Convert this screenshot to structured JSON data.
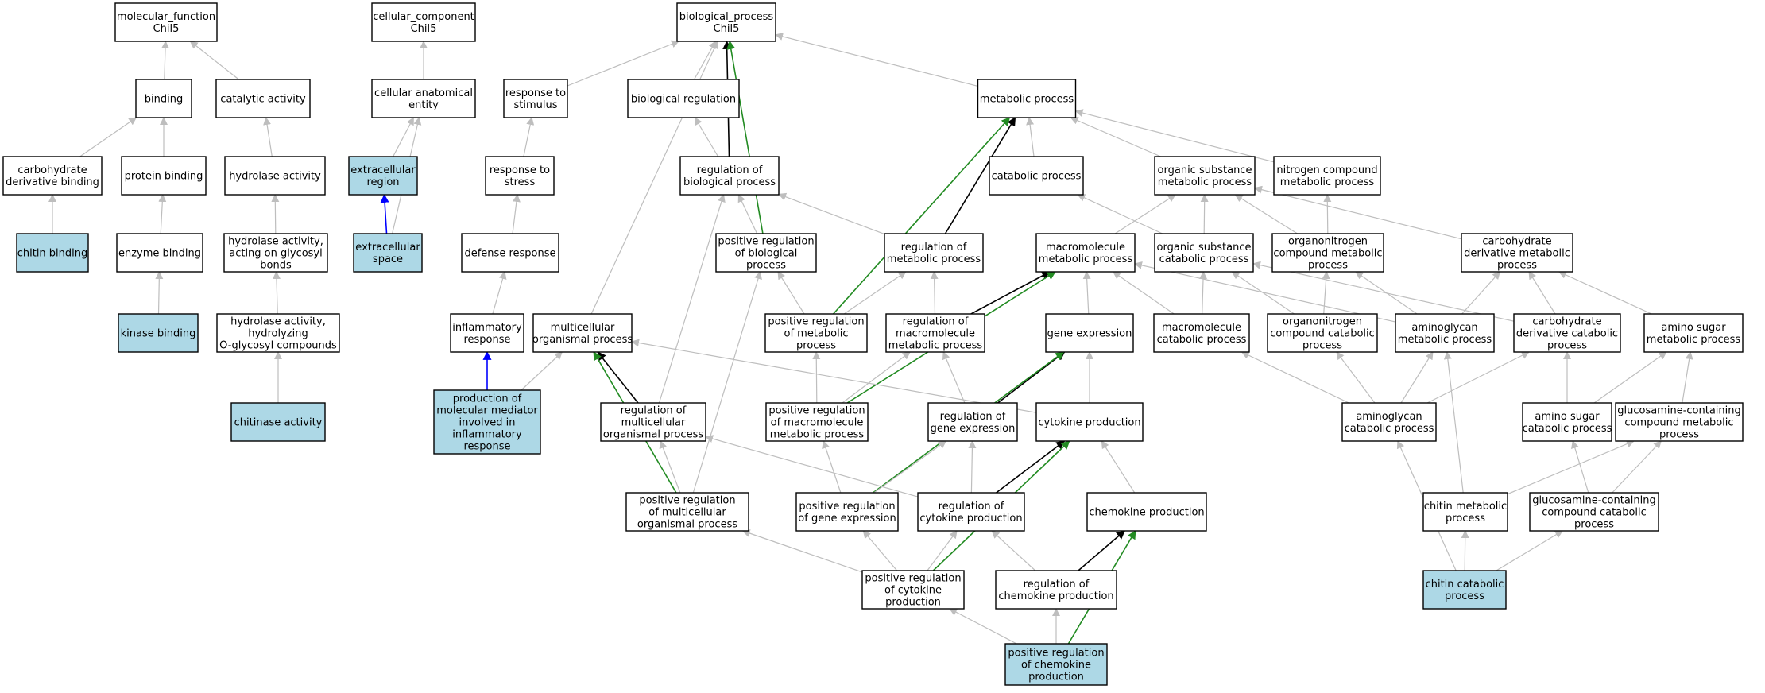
{
  "colors": {
    "highlight_fill": "#add8e6",
    "node_fill": "#ffffff",
    "edge_is_a": "#bebebe",
    "edge_regulates": "#000000",
    "edge_positively_regulates": "#228b22",
    "edge_part_of": "#0000ff"
  },
  "nodes": [
    {
      "id": "mf",
      "lines": [
        "molecular_function",
        "Chil5"
      ],
      "hl": false
    },
    {
      "id": "cc",
      "lines": [
        "cellular_component",
        "Chil5"
      ],
      "hl": false
    },
    {
      "id": "bp",
      "lines": [
        "biological_process",
        "Chil5"
      ],
      "hl": false
    },
    {
      "id": "binding",
      "lines": [
        "binding"
      ],
      "hl": false
    },
    {
      "id": "catalytic",
      "lines": [
        "catalytic activity"
      ],
      "hl": false
    },
    {
      "id": "cae",
      "lines": [
        "cellular anatomical",
        "entity"
      ],
      "hl": false
    },
    {
      "id": "resp_stim",
      "lines": [
        "response to",
        "stimulus"
      ],
      "hl": false
    },
    {
      "id": "bioreg",
      "lines": [
        "biological regulation"
      ],
      "hl": false
    },
    {
      "id": "metab",
      "lines": [
        "metabolic process"
      ],
      "hl": false
    },
    {
      "id": "carb_bind",
      "lines": [
        "carbohydrate",
        "derivative binding"
      ],
      "hl": false
    },
    {
      "id": "prot_bind",
      "lines": [
        "protein binding"
      ],
      "hl": false
    },
    {
      "id": "hydrolase",
      "lines": [
        "hydrolase activity"
      ],
      "hl": false
    },
    {
      "id": "ecr",
      "lines": [
        "extracellular",
        "region"
      ],
      "hl": true
    },
    {
      "id": "resp_stress",
      "lines": [
        "response to",
        "stress"
      ],
      "hl": false
    },
    {
      "id": "reg_bp",
      "lines": [
        "regulation of",
        "biological process"
      ],
      "hl": false
    },
    {
      "id": "catab",
      "lines": [
        "catabolic process"
      ],
      "hl": false
    },
    {
      "id": "osmp",
      "lines": [
        "organic substance",
        "metabolic process"
      ],
      "hl": false
    },
    {
      "id": "ncmp",
      "lines": [
        "nitrogen compound",
        "metabolic process"
      ],
      "hl": false
    },
    {
      "id": "chitin_bind",
      "lines": [
        "chitin binding"
      ],
      "hl": true
    },
    {
      "id": "enz_bind",
      "lines": [
        "enzyme binding"
      ],
      "hl": false
    },
    {
      "id": "hyd_glyc",
      "lines": [
        "hydrolase activity,",
        "acting on glycosyl",
        "bonds"
      ],
      "hl": false
    },
    {
      "id": "ecs",
      "lines": [
        "extracellular",
        "space"
      ],
      "hl": true
    },
    {
      "id": "defense",
      "lines": [
        "defense response"
      ],
      "hl": false
    },
    {
      "id": "pos_reg_bp",
      "lines": [
        "positive regulation",
        "of biological",
        "process"
      ],
      "hl": false
    },
    {
      "id": "reg_metab",
      "lines": [
        "regulation of",
        "metabolic process"
      ],
      "hl": false
    },
    {
      "id": "macro_mp",
      "lines": [
        "macromolecule",
        "metabolic process"
      ],
      "hl": false
    },
    {
      "id": "oscp",
      "lines": [
        "organic substance",
        "catabolic process"
      ],
      "hl": false
    },
    {
      "id": "oncmp",
      "lines": [
        "organonitrogen",
        "compound metabolic",
        "process"
      ],
      "hl": false
    },
    {
      "id": "cdmp",
      "lines": [
        "carbohydrate",
        "derivative metabolic",
        "process"
      ],
      "hl": false
    },
    {
      "id": "kinase_bind",
      "lines": [
        "kinase binding"
      ],
      "hl": true
    },
    {
      "id": "hyd_oglyc",
      "lines": [
        "hydrolase activity,",
        "hydrolyzing",
        "O-glycosyl compounds"
      ],
      "hl": false
    },
    {
      "id": "inflam",
      "lines": [
        "inflammatory",
        "response"
      ],
      "hl": false
    },
    {
      "id": "multi",
      "lines": [
        "multicellular",
        "organismal process"
      ],
      "hl": false
    },
    {
      "id": "pos_reg_metab",
      "lines": [
        "positive regulation",
        "of metabolic",
        "process"
      ],
      "hl": false
    },
    {
      "id": "reg_macro",
      "lines": [
        "regulation of",
        "macromolecule",
        "metabolic process"
      ],
      "hl": false
    },
    {
      "id": "gene_expr",
      "lines": [
        "gene expression"
      ],
      "hl": false
    },
    {
      "id": "macro_cp",
      "lines": [
        "macromolecule",
        "catabolic process"
      ],
      "hl": false
    },
    {
      "id": "onccp",
      "lines": [
        "organonitrogen",
        "compound catabolic",
        "process"
      ],
      "hl": false
    },
    {
      "id": "amino_mp",
      "lines": [
        "aminoglycan",
        "metabolic process"
      ],
      "hl": false
    },
    {
      "id": "cdcp",
      "lines": [
        "carbohydrate",
        "derivative catabolic",
        "process"
      ],
      "hl": false
    },
    {
      "id": "asmp",
      "lines": [
        "amino sugar",
        "metabolic process"
      ],
      "hl": false
    },
    {
      "id": "chitinase",
      "lines": [
        "chitinase activity"
      ],
      "hl": true
    },
    {
      "id": "prod_med",
      "lines": [
        "production of",
        "molecular mediator",
        "involved in",
        "inflammatory",
        "response"
      ],
      "hl": true
    },
    {
      "id": "reg_multi",
      "lines": [
        "regulation of",
        "multicellular",
        "organismal process"
      ],
      "hl": false
    },
    {
      "id": "pos_reg_macro",
      "lines": [
        "positive regulation",
        "of macromolecule",
        "metabolic process"
      ],
      "hl": false
    },
    {
      "id": "reg_ge",
      "lines": [
        "regulation of",
        "gene expression"
      ],
      "hl": false
    },
    {
      "id": "cytokine",
      "lines": [
        "cytokine production"
      ],
      "hl": false
    },
    {
      "id": "amino_cp",
      "lines": [
        "aminoglycan",
        "catabolic process"
      ],
      "hl": false
    },
    {
      "id": "ascp",
      "lines": [
        "amino sugar",
        "catabolic process"
      ],
      "hl": false
    },
    {
      "id": "gcmp",
      "lines": [
        "glucosamine-containing",
        "compound metabolic",
        "process"
      ],
      "hl": false
    },
    {
      "id": "pos_reg_multi",
      "lines": [
        "positive regulation",
        "of multicellular",
        "organismal process"
      ],
      "hl": false
    },
    {
      "id": "pos_reg_ge",
      "lines": [
        "positive regulation",
        "of gene expression"
      ],
      "hl": false
    },
    {
      "id": "reg_cyto",
      "lines": [
        "regulation of",
        "cytokine production"
      ],
      "hl": false
    },
    {
      "id": "chemokine",
      "lines": [
        "chemokine production"
      ],
      "hl": false
    },
    {
      "id": "chitin_mp",
      "lines": [
        "chitin metabolic",
        "process"
      ],
      "hl": false
    },
    {
      "id": "gccp",
      "lines": [
        "glucosamine-containing",
        "compound catabolic",
        "process"
      ],
      "hl": false
    },
    {
      "id": "pos_reg_cyto",
      "lines": [
        "positive regulation",
        "of cytokine",
        "production"
      ],
      "hl": false
    },
    {
      "id": "reg_chemo",
      "lines": [
        "regulation of",
        "chemokine production"
      ],
      "hl": false
    },
    {
      "id": "chitin_cp",
      "lines": [
        "chitin catabolic",
        "process"
      ],
      "hl": true
    },
    {
      "id": "pos_reg_chemo",
      "lines": [
        "positive regulation",
        "of chemokine",
        "production"
      ],
      "hl": true
    }
  ],
  "edges": [
    {
      "from": "binding",
      "to": "mf",
      "rel": "is_a"
    },
    {
      "from": "catalytic",
      "to": "mf",
      "rel": "is_a"
    },
    {
      "from": "carb_bind",
      "to": "binding",
      "rel": "is_a"
    },
    {
      "from": "prot_bind",
      "to": "binding",
      "rel": "is_a"
    },
    {
      "from": "chitin_bind",
      "to": "carb_bind",
      "rel": "is_a"
    },
    {
      "from": "enz_bind",
      "to": "prot_bind",
      "rel": "is_a"
    },
    {
      "from": "kinase_bind",
      "to": "enz_bind",
      "rel": "is_a"
    },
    {
      "from": "hydrolase",
      "to": "catalytic",
      "rel": "is_a"
    },
    {
      "from": "hyd_glyc",
      "to": "hydrolase",
      "rel": "is_a"
    },
    {
      "from": "hyd_oglyc",
      "to": "hyd_glyc",
      "rel": "is_a"
    },
    {
      "from": "chitinase",
      "to": "hyd_oglyc",
      "rel": "is_a"
    },
    {
      "from": "cae",
      "to": "cc",
      "rel": "is_a"
    },
    {
      "from": "ecr",
      "to": "cae",
      "rel": "is_a"
    },
    {
      "from": "ecs",
      "to": "cae",
      "rel": "is_a"
    },
    {
      "from": "ecs",
      "to": "ecr",
      "rel": "part_of"
    },
    {
      "from": "resp_stim",
      "to": "bp",
      "rel": "is_a"
    },
    {
      "from": "bioreg",
      "to": "bp",
      "rel": "is_a"
    },
    {
      "from": "metab",
      "to": "bp",
      "rel": "is_a"
    },
    {
      "from": "multi",
      "to": "bp",
      "rel": "is_a"
    },
    {
      "from": "reg_bp",
      "to": "bp",
      "rel": "regulates"
    },
    {
      "from": "pos_reg_bp",
      "to": "bp",
      "rel": "positively_regulates"
    },
    {
      "from": "resp_stress",
      "to": "resp_stim",
      "rel": "is_a"
    },
    {
      "from": "defense",
      "to": "resp_stress",
      "rel": "is_a"
    },
    {
      "from": "inflam",
      "to": "defense",
      "rel": "is_a"
    },
    {
      "from": "prod_med",
      "to": "inflam",
      "rel": "part_of"
    },
    {
      "from": "prod_med",
      "to": "multi",
      "rel": "is_a"
    },
    {
      "from": "reg_bp",
      "to": "bioreg",
      "rel": "is_a"
    },
    {
      "from": "pos_reg_bp",
      "to": "reg_bp",
      "rel": "is_a"
    },
    {
      "from": "reg_metab",
      "to": "reg_bp",
      "rel": "is_a"
    },
    {
      "from": "reg_multi",
      "to": "reg_bp",
      "rel": "is_a"
    },
    {
      "from": "reg_metab",
      "to": "metab",
      "rel": "regulates"
    },
    {
      "from": "pos_reg_metab",
      "to": "metab",
      "rel": "positively_regulates"
    },
    {
      "from": "catab",
      "to": "metab",
      "rel": "is_a"
    },
    {
      "from": "osmp",
      "to": "metab",
      "rel": "is_a"
    },
    {
      "from": "ncmp",
      "to": "metab",
      "rel": "is_a"
    },
    {
      "from": "macro_mp",
      "to": "osmp",
      "rel": "is_a"
    },
    {
      "from": "oscp",
      "to": "osmp",
      "rel": "is_a"
    },
    {
      "from": "oncmp",
      "to": "osmp",
      "rel": "is_a"
    },
    {
      "from": "cdmp",
      "to": "osmp",
      "rel": "is_a"
    },
    {
      "from": "oscp",
      "to": "catab",
      "rel": "is_a"
    },
    {
      "from": "oncmp",
      "to": "ncmp",
      "rel": "is_a"
    },
    {
      "from": "pos_reg_metab",
      "to": "pos_reg_bp",
      "rel": "is_a"
    },
    {
      "from": "pos_reg_metab",
      "to": "reg_metab",
      "rel": "is_a"
    },
    {
      "from": "reg_macro",
      "to": "reg_metab",
      "rel": "is_a"
    },
    {
      "from": "reg_macro",
      "to": "macro_mp",
      "rel": "regulates"
    },
    {
      "from": "pos_reg_macro",
      "to": "macro_mp",
      "rel": "positively_regulates"
    },
    {
      "from": "gene_expr",
      "to": "macro_mp",
      "rel": "is_a"
    },
    {
      "from": "macro_cp",
      "to": "macro_mp",
      "rel": "is_a"
    },
    {
      "from": "amino_mp",
      "to": "macro_mp",
      "rel": "is_a"
    },
    {
      "from": "macro_cp",
      "to": "oscp",
      "rel": "is_a"
    },
    {
      "from": "onccp",
      "to": "oscp",
      "rel": "is_a"
    },
    {
      "from": "cdcp",
      "to": "oscp",
      "rel": "is_a"
    },
    {
      "from": "onccp",
      "to": "oncmp",
      "rel": "is_a"
    },
    {
      "from": "amino_mp",
      "to": "oncmp",
      "rel": "is_a"
    },
    {
      "from": "amino_mp",
      "to": "cdmp",
      "rel": "is_a"
    },
    {
      "from": "cdcp",
      "to": "cdmp",
      "rel": "is_a"
    },
    {
      "from": "asmp",
      "to": "cdmp",
      "rel": "is_a"
    },
    {
      "from": "reg_multi",
      "to": "multi",
      "rel": "regulates"
    },
    {
      "from": "pos_reg_multi",
      "to": "multi",
      "rel": "positively_regulates"
    },
    {
      "from": "cytokine",
      "to": "multi",
      "rel": "is_a"
    },
    {
      "from": "pos_reg_multi",
      "to": "reg_multi",
      "rel": "is_a"
    },
    {
      "from": "pos_reg_multi",
      "to": "pos_reg_bp",
      "rel": "is_a"
    },
    {
      "from": "pos_reg_macro",
      "to": "pos_reg_metab",
      "rel": "is_a"
    },
    {
      "from": "pos_reg_macro",
      "to": "reg_macro",
      "rel": "is_a"
    },
    {
      "from": "reg_ge",
      "to": "reg_macro",
      "rel": "is_a"
    },
    {
      "from": "reg_ge",
      "to": "gene_expr",
      "rel": "regulates"
    },
    {
      "from": "pos_reg_ge",
      "to": "gene_expr",
      "rel": "positively_regulates"
    },
    {
      "from": "cytokine",
      "to": "gene_expr",
      "rel": "is_a"
    },
    {
      "from": "pos_reg_ge",
      "to": "pos_reg_macro",
      "rel": "is_a"
    },
    {
      "from": "pos_reg_ge",
      "to": "reg_ge",
      "rel": "is_a"
    },
    {
      "from": "reg_cyto",
      "to": "reg_ge",
      "rel": "is_a"
    },
    {
      "from": "reg_cyto",
      "to": "reg_multi",
      "rel": "is_a"
    },
    {
      "from": "reg_cyto",
      "to": "cytokine",
      "rel": "regulates"
    },
    {
      "from": "pos_reg_cyto",
      "to": "cytokine",
      "rel": "positively_regulates"
    },
    {
      "from": "chemokine",
      "to": "cytokine",
      "rel": "is_a"
    },
    {
      "from": "pos_reg_cyto",
      "to": "pos_reg_multi",
      "rel": "is_a"
    },
    {
      "from": "pos_reg_cyto",
      "to": "pos_reg_ge",
      "rel": "is_a"
    },
    {
      "from": "pos_reg_cyto",
      "to": "reg_cyto",
      "rel": "is_a"
    },
    {
      "from": "reg_chemo",
      "to": "reg_cyto",
      "rel": "is_a"
    },
    {
      "from": "reg_chemo",
      "to": "chemokine",
      "rel": "regulates"
    },
    {
      "from": "pos_reg_chemo",
      "to": "chemokine",
      "rel": "positively_regulates"
    },
    {
      "from": "pos_reg_chemo",
      "to": "pos_reg_cyto",
      "rel": "is_a"
    },
    {
      "from": "pos_reg_chemo",
      "to": "reg_chemo",
      "rel": "is_a"
    },
    {
      "from": "amino_cp",
      "to": "amino_mp",
      "rel": "is_a"
    },
    {
      "from": "amino_cp",
      "to": "macro_cp",
      "rel": "is_a"
    },
    {
      "from": "amino_cp",
      "to": "onccp",
      "rel": "is_a"
    },
    {
      "from": "amino_cp",
      "to": "cdcp",
      "rel": "is_a"
    },
    {
      "from": "ascp",
      "to": "cdcp",
      "rel": "is_a"
    },
    {
      "from": "ascp",
      "to": "asmp",
      "rel": "is_a"
    },
    {
      "from": "gcmp",
      "to": "asmp",
      "rel": "is_a"
    },
    {
      "from": "gccp",
      "to": "ascp",
      "rel": "is_a"
    },
    {
      "from": "gccp",
      "to": "gcmp",
      "rel": "is_a"
    },
    {
      "from": "chitin_mp",
      "to": "amino_mp",
      "rel": "is_a"
    },
    {
      "from": "chitin_mp",
      "to": "gcmp",
      "rel": "is_a"
    },
    {
      "from": "chitin_cp",
      "to": "chitin_mp",
      "rel": "is_a"
    },
    {
      "from": "chitin_cp",
      "to": "amino_cp",
      "rel": "is_a"
    },
    {
      "from": "chitin_cp",
      "to": "gccp",
      "rel": "is_a"
    }
  ]
}
